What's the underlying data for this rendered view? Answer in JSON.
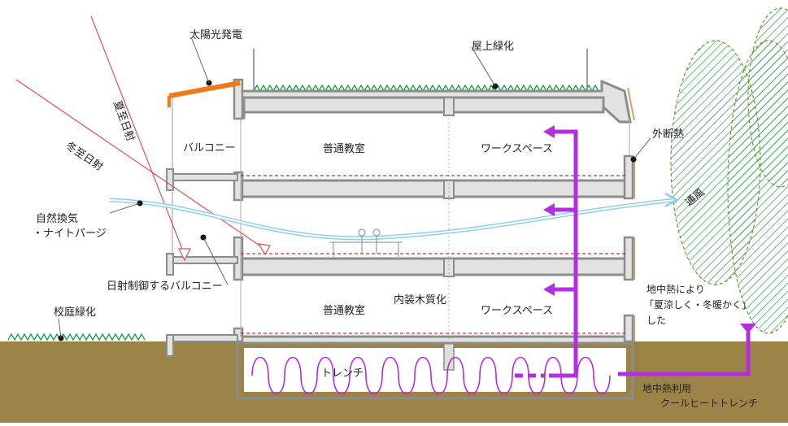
{
  "labels": {
    "solar": "太陽光発電",
    "roof_green": "屋上緑化",
    "summer_sun": "夏至日射",
    "winter_sun": "冬至日射",
    "balcony": "バルコニー",
    "classroom_upper": "普通教室",
    "workspace_upper": "ワークスペース",
    "insulation": "外断熱",
    "natural_vent_1": "自然換気",
    "natural_vent_2": "・ナイトパージ",
    "airflow": "通風",
    "sun_control_balcony": "日射制御するバルコニー",
    "yard_green": "校庭緑化",
    "classroom_lower": "普通教室",
    "wood_interior": "内装木質化",
    "workspace_lower": "ワークスペース",
    "geothermal_1": "地中熱により",
    "geothermal_2": "「夏涼しく・冬暖かく」",
    "geothermal_3": "した",
    "trench": "トレンチ",
    "cool_heat_1": "地中熱利用",
    "cool_heat_2": "クールヒートトレンチ"
  },
  "colors": {
    "ground": "#9c8446",
    "concrete": "#8c8c8c",
    "slab_fill": "#e2e2e2",
    "solar_panel": "#ee7a1c",
    "grass": "#1aa34a",
    "duct": "#b52de0",
    "sun_ray": "#d9534f",
    "vent": "#8fd0e8",
    "tree": "#2b9a4a"
  }
}
